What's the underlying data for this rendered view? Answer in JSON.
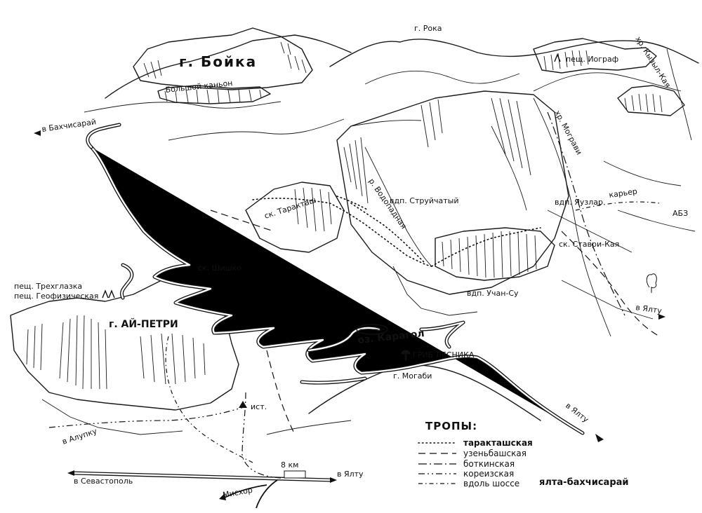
{
  "labels": {
    "boyka": "г. Бойка",
    "canyon": "Большой каньон",
    "roka": "г. Рока",
    "iograf": "пещ. Иограф",
    "kyzyl": "хр. Кызыл-Кая",
    "mograv": "хр. Мограви",
    "karer": "карьер",
    "abz": "АБЗ",
    "bakhchisaray": "в Бахчисарай",
    "struychaty": "вдп. Струйчатый",
    "yauzlar": "вдп. Яузлар",
    "vodopadnaya": "р. Водопадная",
    "taraktash": "ск. Таракташ",
    "stavri": "ск. Ставри-Кая",
    "yaltu_right": "в Ялту",
    "shishko": "ск. Шишко",
    "trekhglazka": "пещ. Трехглазка",
    "geofiz": "пещ. Геофизическая",
    "aipetri": "г. АЙ-ПЕТРИ",
    "uchansu": "вдп. Учан-Су",
    "karagol": "оз. Карагол",
    "gribl": "ГРИБ ЛЕСНИКА",
    "mogabi": "г. Могаби",
    "ist": "ист.",
    "alupka": "в Алупку",
    "yaltu_road": "в Ялту",
    "km8": "8 км",
    "sevastopol": "в Севастополь",
    "yaltu_bottom": "в Ялту",
    "miskhor": "Мисхор"
  },
  "legend": {
    "title": "ТРОПЫ:",
    "items": [
      {
        "key": "tarak",
        "label": "таракташская"
      },
      {
        "key": "uzen",
        "label": "узеньбашская"
      },
      {
        "key": "botk",
        "label": "боткинская"
      },
      {
        "key": "korei",
        "label": "кореизская"
      },
      {
        "key": "shosse",
        "label": "вдоль шоссе"
      }
    ],
    "road_label": "ялта-бахчисарай"
  }
}
